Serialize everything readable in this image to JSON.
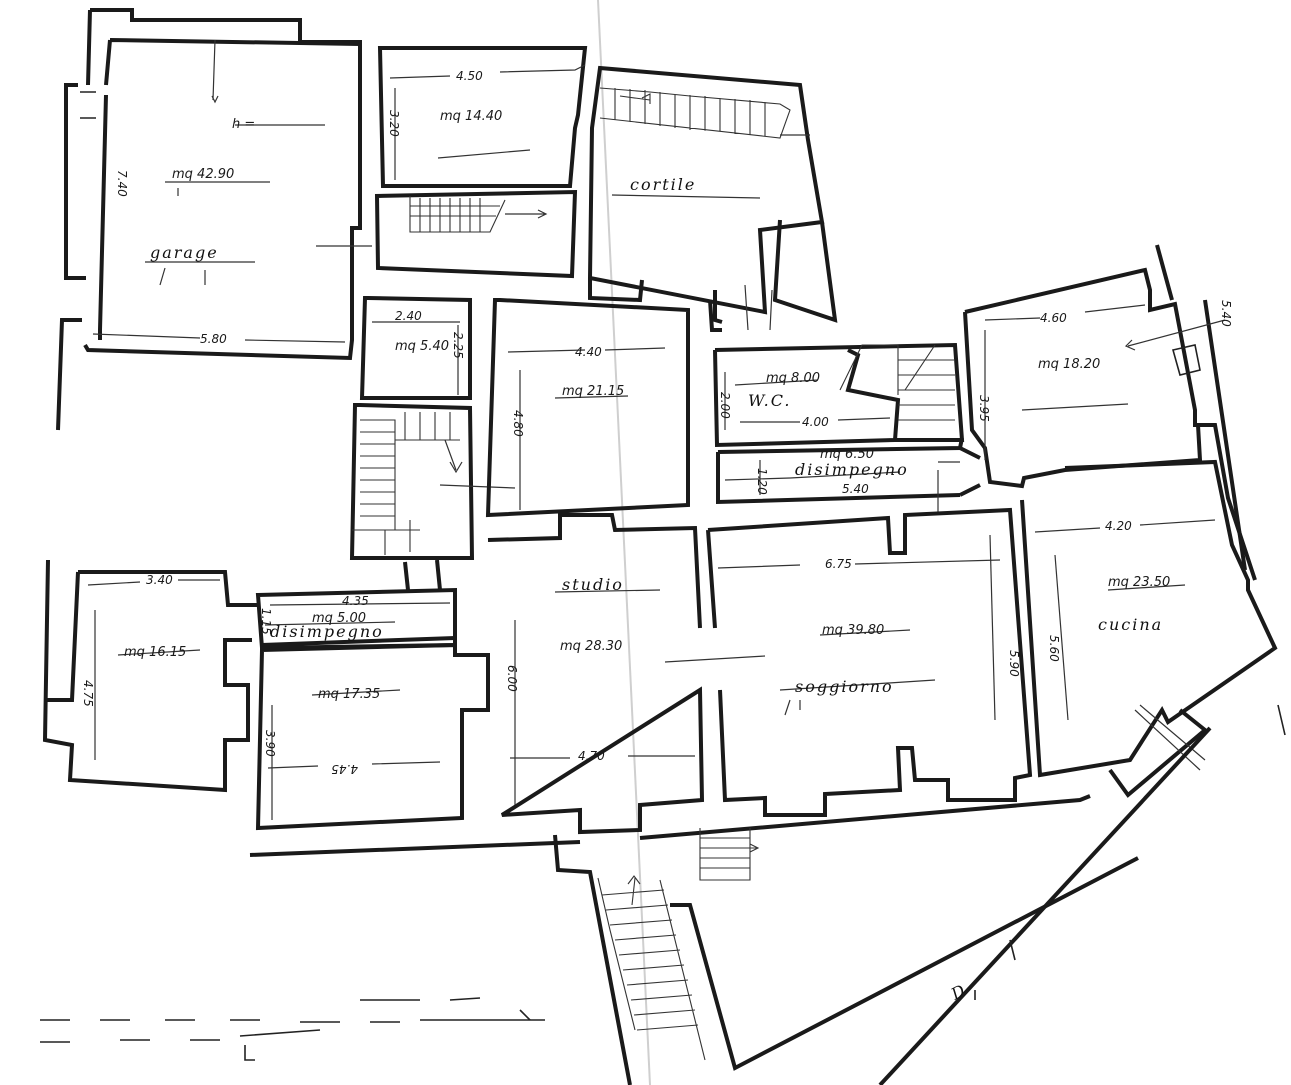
{
  "rooms": [
    {
      "id": "garage",
      "area": "mq 42.90",
      "name": "garage",
      "dim_w": "5.80",
      "dim_h": "7.40",
      "height_note": "h ="
    },
    {
      "id": "upper-mid",
      "area": "mq 14.40",
      "dim_w": "4.50",
      "dim_h": "3.20"
    },
    {
      "id": "cortile",
      "name": "cortile"
    },
    {
      "id": "small",
      "area": "mq 5.40",
      "dim_w": "2.40",
      "dim_h": "2.25"
    },
    {
      "id": "central",
      "area": "mq 21.15",
      "dim_w": "4.40",
      "dim_h": "4.80"
    },
    {
      "id": "wc",
      "area": "mq 8.00",
      "name": "W.C.",
      "dim_w": "4.00",
      "dim_h": "2.00"
    },
    {
      "id": "disimpegno-upper",
      "area": "mq 6.50",
      "name": "disimpegno",
      "dim_w": "5.40",
      "dim_h": "1.20"
    },
    {
      "id": "right-upper",
      "area": "mq 18.20",
      "dim_w": "4.60",
      "dim_h": "3.95",
      "side_note": "5.40"
    },
    {
      "id": "left-lower",
      "area": "mq 16.15",
      "dim_w": "3.40",
      "dim_h": "4.75"
    },
    {
      "id": "disimpegno-lower",
      "area": "mq 5.00",
      "name": "disimpegno",
      "dim_w": "4.35",
      "dim_h": "1.15"
    },
    {
      "id": "lower-mid",
      "area": "mq 17.35",
      "dim_w": "4.45",
      "dim_h": "3.90"
    },
    {
      "id": "studio",
      "area": "mq 28.30",
      "name": "studio",
      "dim_w": "4.70",
      "dim_h": "6.00"
    },
    {
      "id": "soggiorno",
      "area": "mq 39.80",
      "name": "soggiorno",
      "dim_w": "6.75",
      "dim_h": "5.90"
    },
    {
      "id": "cucina",
      "area": "mq 23.50",
      "name": "cucina",
      "dim_w": "4.20",
      "dim_h": "5.60"
    }
  ],
  "street_label": "D"
}
